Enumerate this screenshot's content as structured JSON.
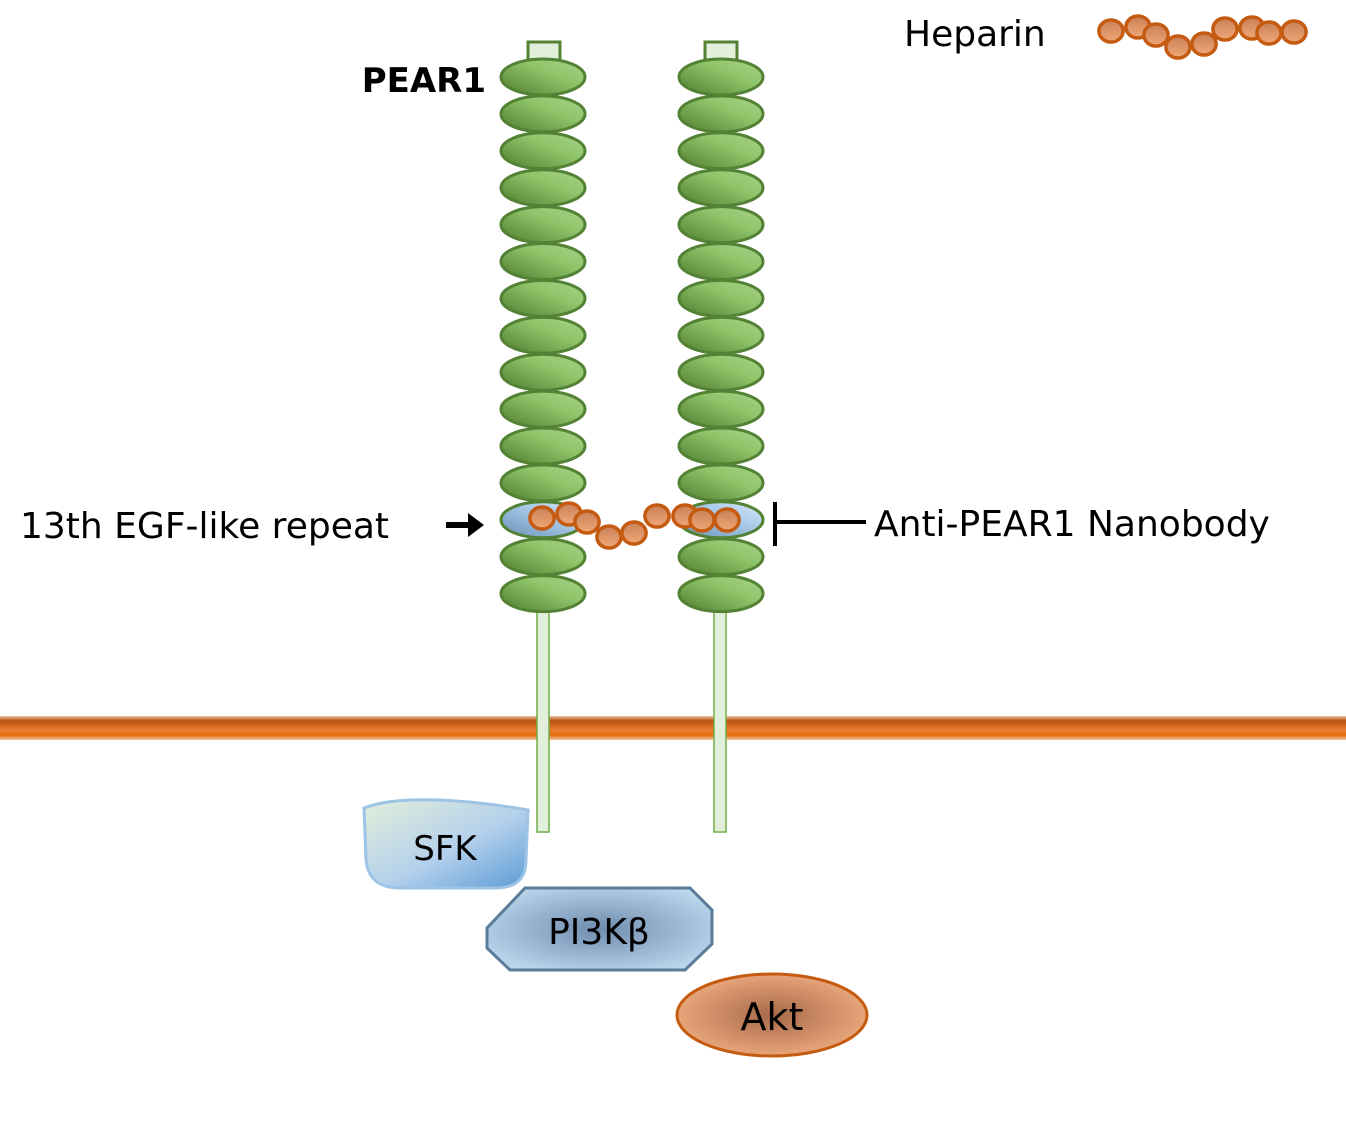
{
  "labels": {
    "receptor": "PEAR1",
    "ligand_legend": "Heparin",
    "repeat_label": "13th EGF-like repeat",
    "nanobody_label": "Anti-PEAR1 Nanobody",
    "sfk": "SFK",
    "pi3k": "PI3Kβ",
    "akt": "Akt"
  },
  "receptor": {
    "egf_repeat_count": 15,
    "highlighted_repeat_index": 13,
    "chain_count": 2
  },
  "heparin": {
    "bead_count_legend": 9,
    "bead_count_bound": 9
  },
  "colors": {
    "egf_fill": "#7fb35a",
    "egf_stroke": "#548235",
    "highlight_fill": "#9dc3e6",
    "heparin_fill": "#e39a6b",
    "heparin_stroke": "#c55a11",
    "membrane": "#e46c0a",
    "stalk_fill": "#e2efda",
    "sfk_fill": "#a9cbea",
    "pi3k_fill": "#8eaacb",
    "pi3k_stroke": "#5b7b9a",
    "akt_fill": "#e39a6b",
    "akt_stroke": "#c55a11"
  }
}
